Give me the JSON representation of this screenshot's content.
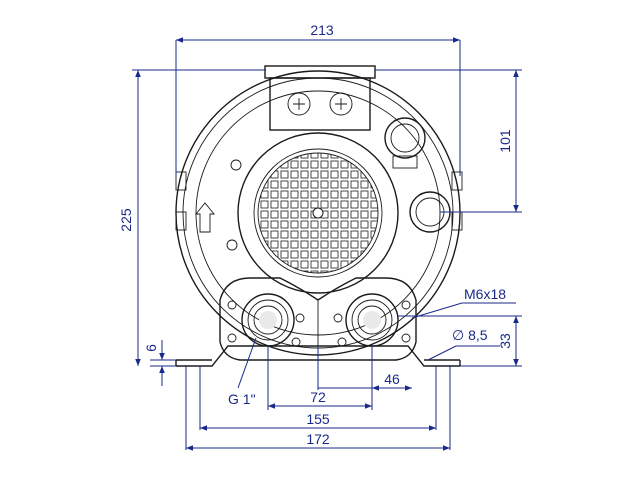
{
  "drawing": {
    "units": "mm",
    "dimensions": {
      "overall_width": "213",
      "overall_height": "225",
      "top_to_flange": "101",
      "base_thickness": "6",
      "foot_height": "33",
      "port_spacing": "72",
      "port_offset": "46",
      "hole_spacing": "155",
      "base_width": "172"
    },
    "callouts": {
      "thread": "M6x18",
      "hole_diameter": "∅ 8,5",
      "port_thread": "G 1\""
    }
  },
  "colors": {
    "dimension": "#1a2a8a",
    "outline": "#1b1b1b",
    "background": "#ffffff"
  }
}
